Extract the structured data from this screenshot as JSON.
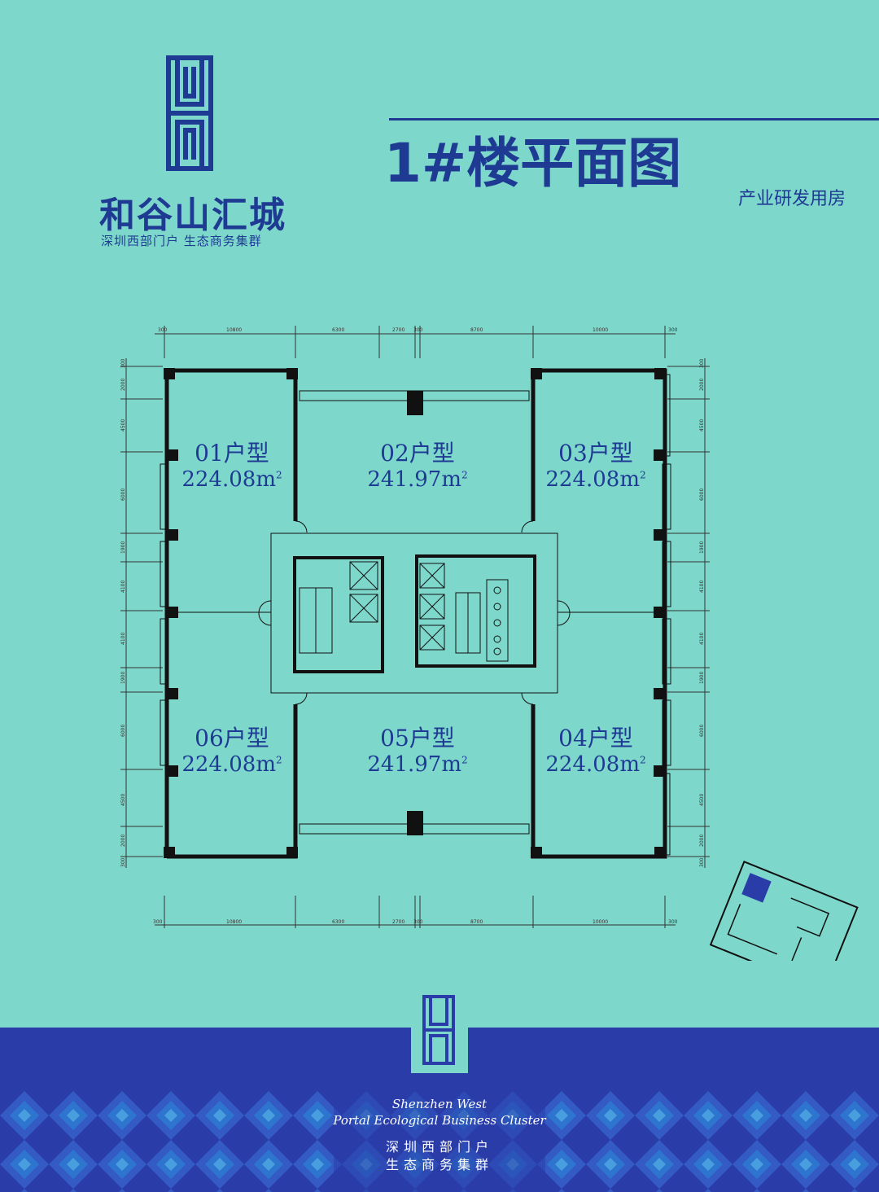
{
  "brand": {
    "name": "和谷山汇城",
    "tagline": "深圳西部门户 生态商务集群"
  },
  "header": {
    "title": "1#楼平面图",
    "subtitle": "产业研发用房"
  },
  "units": [
    {
      "name": "01户型",
      "area": "224.08m",
      "sup": "2"
    },
    {
      "name": "02户型",
      "area": "241.97m",
      "sup": "2"
    },
    {
      "name": "03户型",
      "area": "224.08m",
      "sup": "2"
    },
    {
      "name": "04户型",
      "area": "224.08m",
      "sup": "2"
    },
    {
      "name": "05户型",
      "area": "241.97m",
      "sup": "2"
    },
    {
      "name": "06户型",
      "area": "224.08m",
      "sup": "2"
    }
  ],
  "dimensions": {
    "top": [
      "300",
      "10800",
      "6300",
      "2700",
      "300",
      "8700",
      "10000",
      "300"
    ],
    "left": [
      "300",
      "2000",
      "4500",
      "6000",
      "1900",
      "4100",
      "4100",
      "1900",
      "6000",
      "4500",
      "2000",
      "300"
    ]
  },
  "footer": {
    "en_line1": "Shenzhen West",
    "en_line2": "Portal Ecological Business Cluster",
    "cn_line1": "深圳西部门户",
    "cn_line2": "生态商务集群"
  },
  "colors": {
    "background": "#7dd8cb",
    "brand_blue": "#1e3a93",
    "footer_blue": "#2a3ca8"
  }
}
